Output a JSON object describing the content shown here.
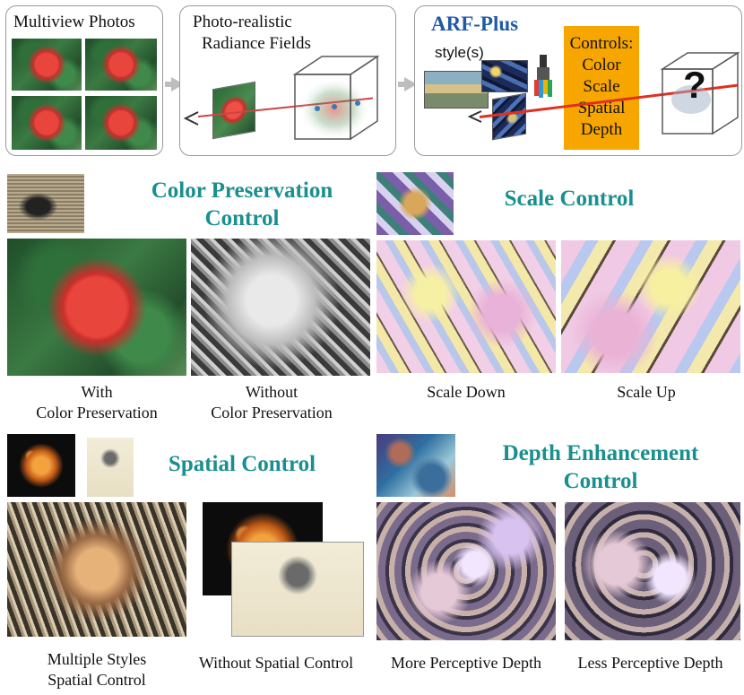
{
  "top": {
    "panel1": {
      "title": "Multiview Photos"
    },
    "panel2": {
      "title_line1": "Photo-realistic",
      "title_line2": "Radiance Fields"
    },
    "panel3": {
      "title": "ARF-Plus",
      "style_label": "style(s)",
      "controls_title": "Controls:",
      "controls": [
        "Color",
        "Scale",
        "Spatial",
        "Depth"
      ],
      "question_mark": "?"
    }
  },
  "sections": {
    "color": {
      "title_line1": "Color Preservation",
      "title_line2": "Control",
      "captions": [
        {
          "line1": "With",
          "line2": "Color Preservation"
        },
        {
          "line1": "Without",
          "line2": "Color Preservation"
        }
      ]
    },
    "scale": {
      "title": "Scale Control",
      "captions": [
        {
          "line1": "Scale Down"
        },
        {
          "line1": "Scale Up"
        }
      ]
    },
    "spatial": {
      "title": "Spatial Control",
      "captions": [
        {
          "line1": "Multiple Styles",
          "line2": "Spatial Control"
        },
        {
          "line1": "Without Spatial Control"
        }
      ]
    },
    "depth": {
      "title_line1": "Depth Enhancement",
      "title_line2": "Control",
      "captions": [
        {
          "line1": "More Perceptive Depth"
        },
        {
          "line1": "Less Perceptive Depth"
        }
      ]
    }
  },
  "colors": {
    "accent_teal": "#1a8f8f",
    "arf_blue": "#1f5aa6",
    "controls_box": "#f7a600",
    "ray_red": "#e0301f"
  }
}
